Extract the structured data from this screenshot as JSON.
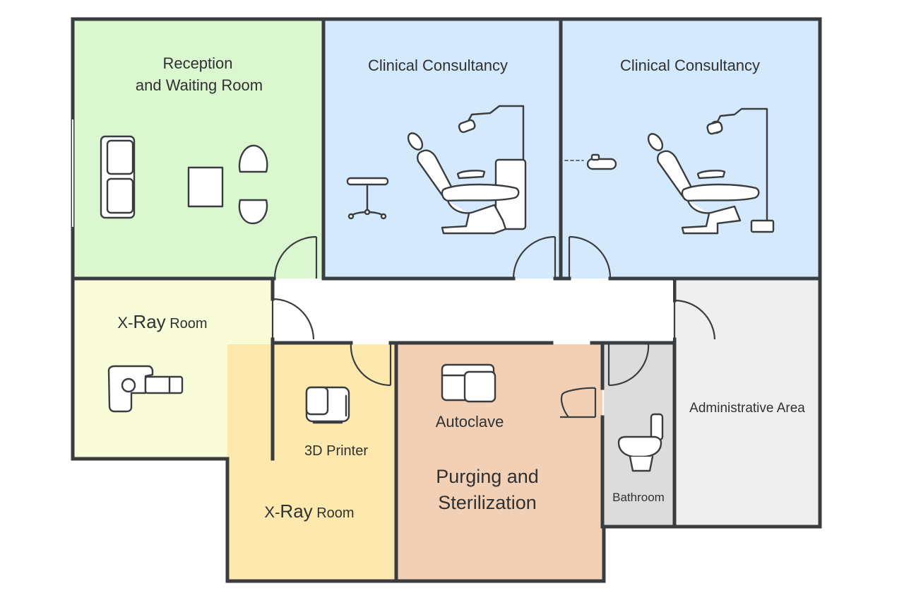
{
  "colors": {
    "reception": "#dbf7cf",
    "clinical": "#d4eafc",
    "xray_upper": "#f8fcd9",
    "xray_lower": "#fde9ae",
    "sterilization": "#f2d0b5",
    "bathroom": "#dcdcdc",
    "admin": "#efefef",
    "wall": "#3a3d40"
  },
  "rooms": {
    "reception": {
      "line1": "Reception",
      "line2": "and Waiting Room"
    },
    "clinical_left": {
      "label": "Clinical Consultancy"
    },
    "clinical_right": {
      "label": "Clinical Consultancy"
    },
    "xray_upper": {
      "prefix": "X-",
      "emph": "Ray",
      "suffix": " Room"
    },
    "xray_lower": {
      "prefix": "X-",
      "emph": "Ray",
      "suffix": " Room",
      "printer_label": "3D Printer"
    },
    "sterilization": {
      "autoclave_label": "Autoclave",
      "line1": "Purging and",
      "line2": "Sterilization"
    },
    "bathroom": {
      "label": "Bathroom"
    },
    "admin": {
      "label": "Administrative Area"
    }
  },
  "icons": [
    "sofa-icon",
    "table-icon",
    "chair-icon",
    "stool-icon",
    "dental-chair-icon",
    "dental-lamp-icon",
    "sink-icon",
    "xray-machine-icon",
    "3d-printer-icon",
    "autoclave-icon",
    "toilet-icon",
    "door-swing-icon"
  ]
}
